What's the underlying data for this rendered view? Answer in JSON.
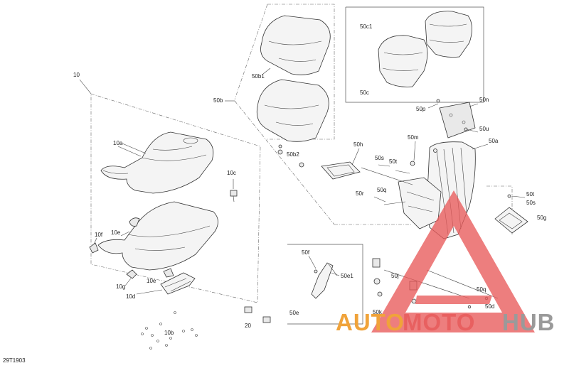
{
  "diagram_id": "29T1903",
  "watermark": {
    "part1": "AUTO",
    "part2": "MOTO",
    "part3": "HUB"
  },
  "labels": {
    "l10": "10",
    "l10a": "10a",
    "l10b": "10b",
    "l10c": "10c",
    "l10d": "10d",
    "l10e_top": "10e",
    "l10e_bot": "10e",
    "l10f": "10f",
    "l10g": "10g",
    "l20": "20",
    "l50a": "50a",
    "l50b": "50b",
    "l50b1": "50b1",
    "l50b2": "50b2",
    "l50c": "50c",
    "l50c1": "50c1",
    "l50d": "50d",
    "l50e": "50e",
    "l50e1": "50e1",
    "l50f": "50f",
    "l50g": "50g",
    "l50h": "50h",
    "l50j": "50j",
    "l50k": "50k",
    "l50m": "50m",
    "l50n": "50n",
    "l50p": "50p",
    "l50q_top": "50q",
    "l50q_bot": "50q",
    "l50r": "50r",
    "l50s_top": "50s",
    "l50s_right": "50s",
    "l50t_top": "50t",
    "l50t_right": "50t",
    "l50u": "50u"
  },
  "colors": {
    "line": "#333333",
    "watermark_auto": "#f0a33a",
    "watermark_moto": "#e86060",
    "watermark_hub": "#9a9a9a",
    "watermark_triangle": "#e85a5a"
  }
}
